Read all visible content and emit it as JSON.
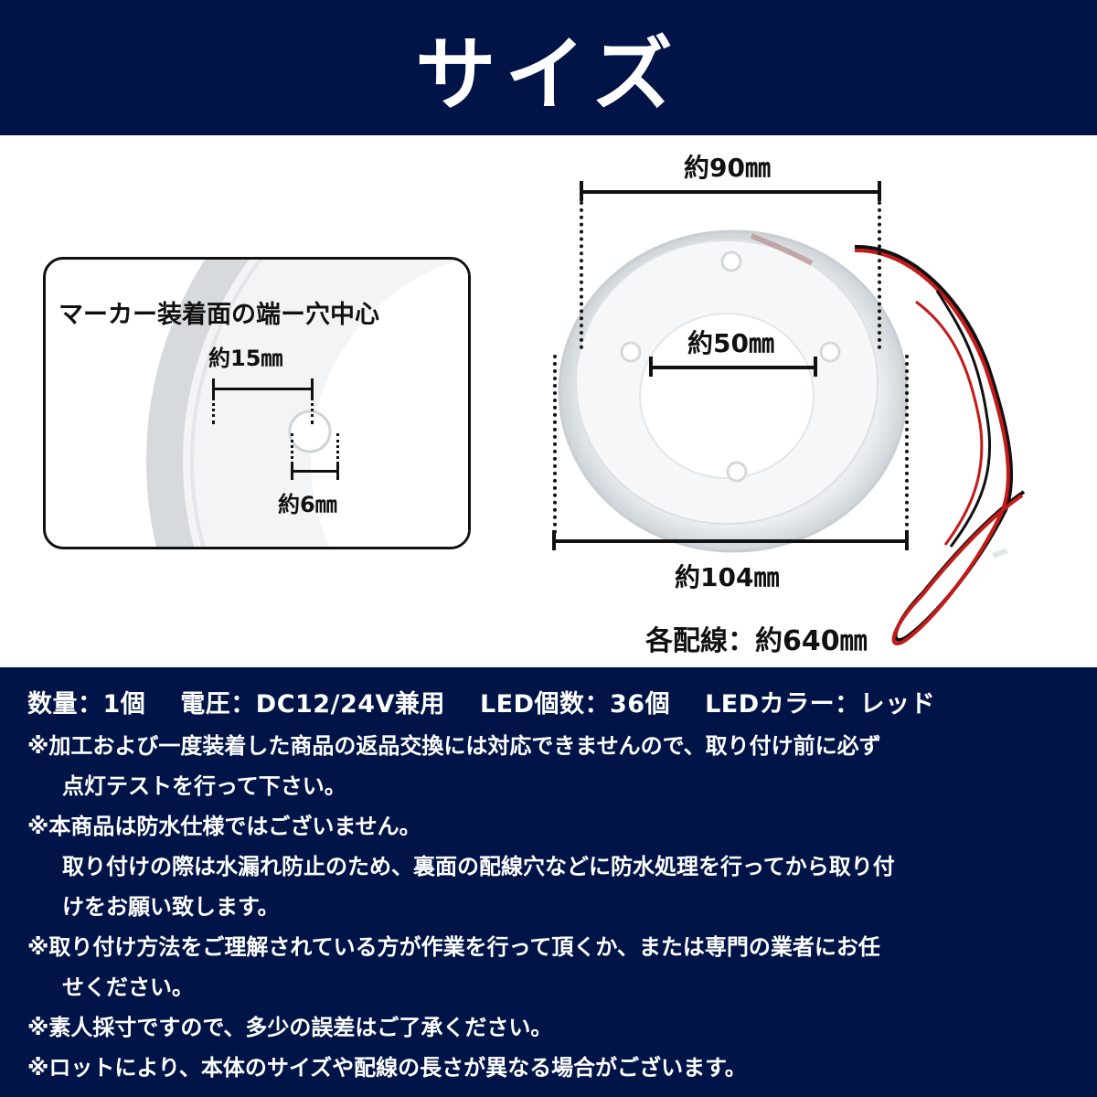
{
  "header": {
    "title": "サイズ",
    "background_color": "#001447"
  },
  "inset": {
    "caption": "マーカー装着面の端ー穴中心",
    "edge_to_hole_label": "約15㎜",
    "hole_diameter_label": "約6㎜"
  },
  "main_product": {
    "inner_ring_label": "約90㎜",
    "hole_spacing_label": "約50㎜",
    "outer_diameter_label": "約104㎜",
    "wire_length_label": "各配線：約640㎜"
  },
  "specs": {
    "quantity": "数量：1個",
    "voltage": "電圧：DC12/24V兼用",
    "led_count": "LED個数：36個",
    "led_color": "LEDカラー：レッド"
  },
  "notes": [
    {
      "line1": "※加工および一度装着した商品の返品交換には対応できませんので、取り付け前に必ず",
      "line2": "点灯テストを行って下さい。"
    },
    {
      "line1": "※本商品は防水仕様ではございません。",
      "line2": "取り付けの際は水漏れ防止のため、裏面の配線穴などに防水処理を行ってから取り付",
      "line3": "けをお願い致します。"
    },
    {
      "line1": "※取り付け方法をご理解されている方が作業を行って頂くか、または専門の業者にお任",
      "line2": "せください。"
    },
    {
      "line1": "※素人採寸ですので、多少の誤差はご了承ください。"
    },
    {
      "line1": "※ロットにより、本体のサイズや配線の長さが異なる場合がございます。"
    }
  ]
}
